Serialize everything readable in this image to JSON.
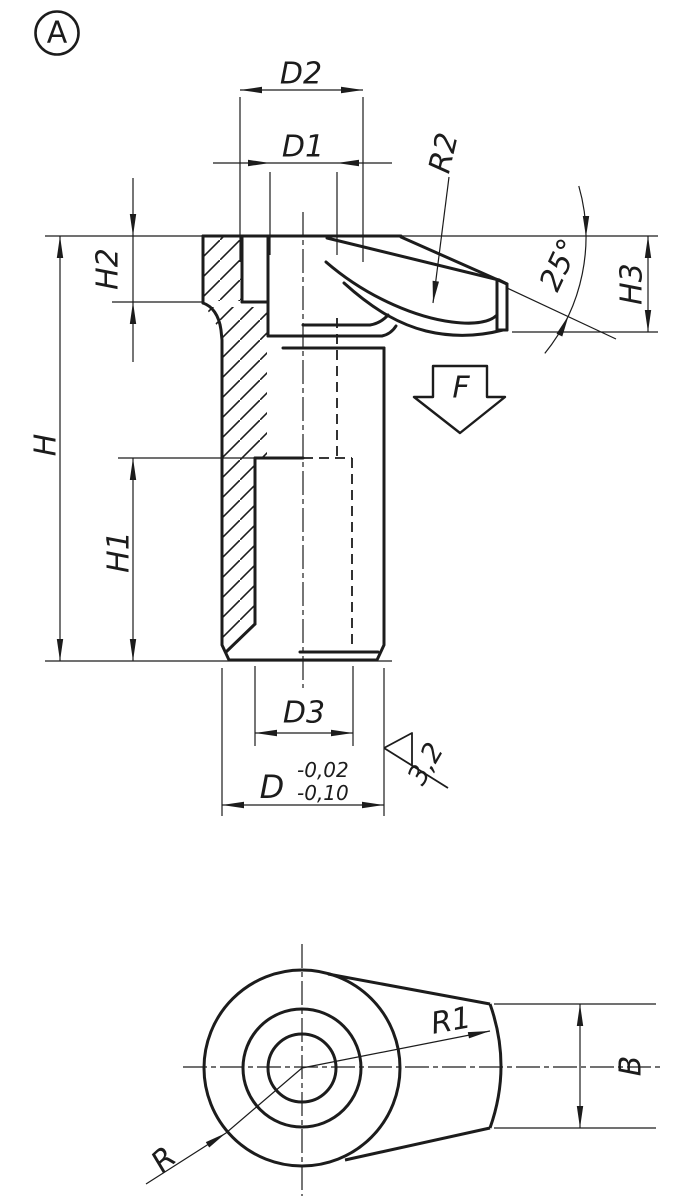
{
  "drawing": {
    "view_label": "A",
    "labels": {
      "d2": "D2",
      "d1": "D1",
      "r2": "R2",
      "angle": "25°",
      "h3": "H3",
      "h2": "H2",
      "h": "H",
      "h1": "H1",
      "d3": "D3",
      "d": "D",
      "d_tol_upper": "-0,02",
      "d_tol_lower": "-0,10",
      "surface_finish": "3,2",
      "force": "F",
      "r1": "R1",
      "r": "R",
      "b": "B"
    },
    "colors": {
      "line": "#1c1c1c",
      "background": "#ffffff"
    }
  }
}
